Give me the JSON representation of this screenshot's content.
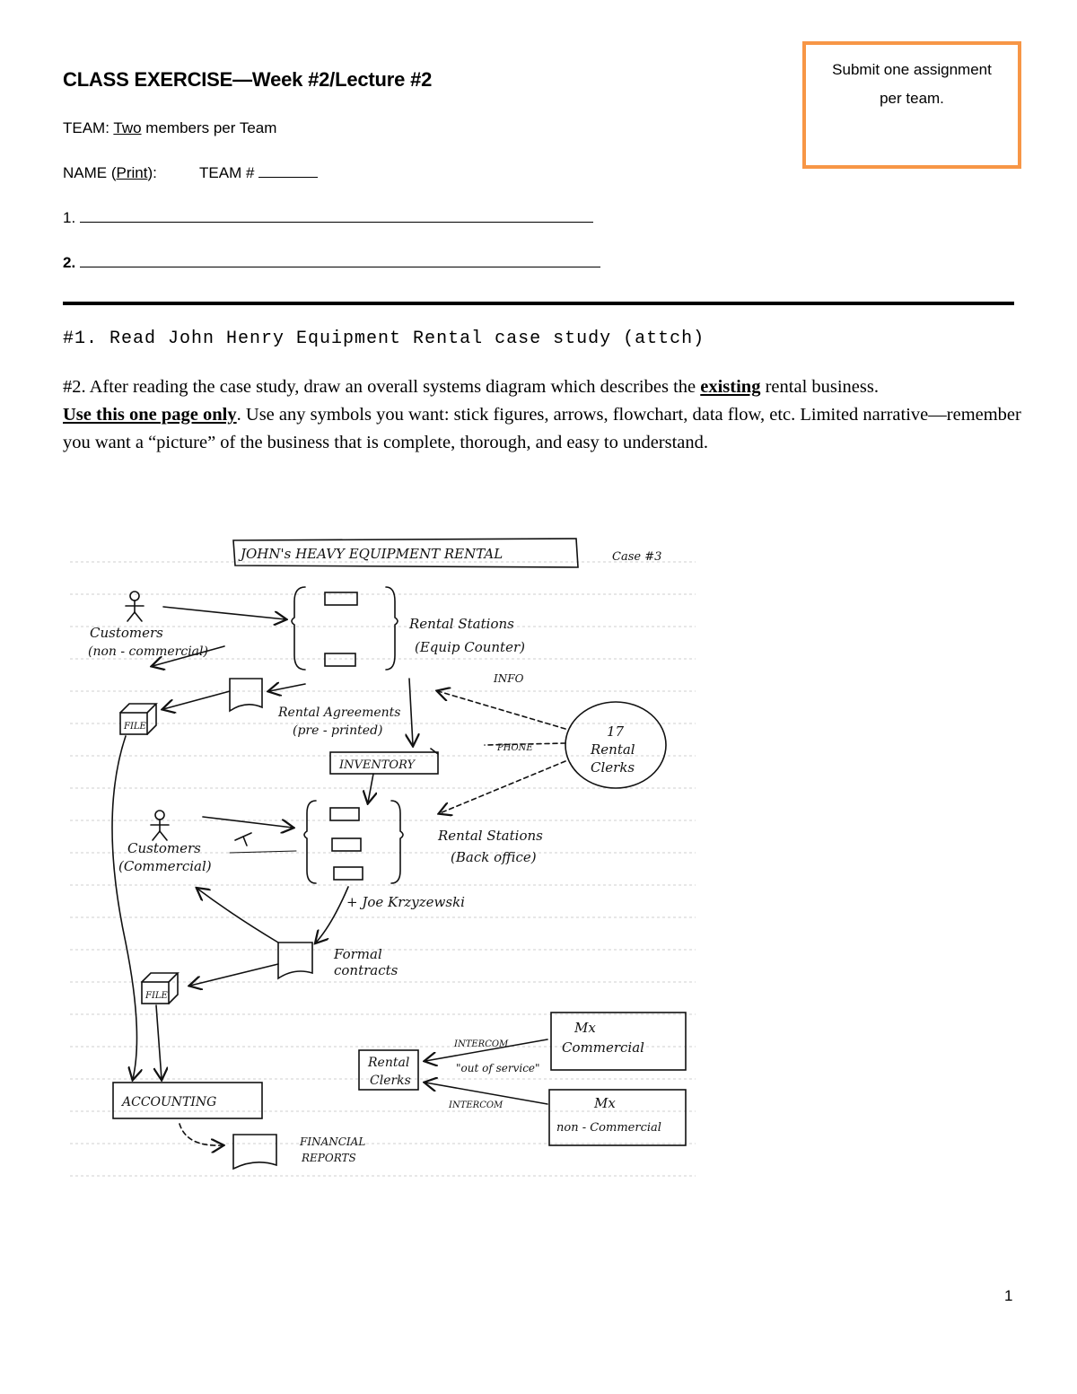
{
  "header": {
    "title": "CLASS EXERCISE—Week #2/Lecture #2",
    "team_prefix": "TEAM: ",
    "team_count": "Two",
    "team_suffix": " members per Team",
    "name_label": "NAME (",
    "name_print": "Print",
    "name_label_end": "):",
    "team_number_label": "TEAM #",
    "row1_label": "1.",
    "row2_label": "2."
  },
  "notice": {
    "line1": "Submit one assignment",
    "line2": "per team."
  },
  "questions": {
    "q1": "#1.  Read John Henry Equipment Rental case study (attch)",
    "q2_part1": "#2.  After reading the case study, draw an overall systems diagram which describes the ",
    "q2_existing": "existing",
    "q2_part2": " rental business.",
    "q2_use": "Use this one page only",
    "q2_part3": ".  Use any symbols you want:  stick figures, arrows, flowchart, data flow, etc.  Limited narrative—remember you want a “picture” of the business that is complete, thorough, and easy to understand."
  },
  "diagram": {
    "title": "JOHN's HEAVY EQUIPMENT RENTAL",
    "case_label": "Case #3",
    "customers_noncommercial_1": "Customers",
    "customers_noncommercial_2": "(non - commercial)",
    "rental_stations_1": "Rental Stations",
    "rental_stations_2": "(Equip Counter)",
    "info_label": "INFO",
    "rental_agreements_1": "Rental Agreements",
    "rental_agreements_2": "(pre - printed)",
    "file1": "FILE",
    "inventory": "INVENTORY",
    "phone_label": "PHONE",
    "rental_clerks_circle_1": "17",
    "rental_clerks_circle_2": "Rental",
    "rental_clerks_circle_3": "Clerks",
    "customers_commercial_1": "Customers",
    "customers_commercial_2": "(Commercial)",
    "rental_stations_back_1": "Rental Stations",
    "rental_stations_back_2": "(Back office)",
    "joe_label": "+ Joe Krzyzewski",
    "formal_contracts_1": "Formal",
    "formal_contracts_2": "contracts",
    "file2": "FILE",
    "mx_commercial_1": "Mx",
    "mx_commercial_2": "Commercial",
    "intercom1": "INTERCOM",
    "rental_clerks_box_1": "Rental",
    "rental_clerks_box_2": "Clerks",
    "out_of_service": "\"out of service\"",
    "intercom2": "INTERCOM",
    "mx_noncommercial_1": "Mx",
    "mx_noncommercial_2": "non - Commercial",
    "accounting": "ACCOUNTING",
    "financial_reports_1": "FINANCIAL",
    "financial_reports_2": "REPORTS"
  },
  "footer": {
    "page_number": "1"
  }
}
